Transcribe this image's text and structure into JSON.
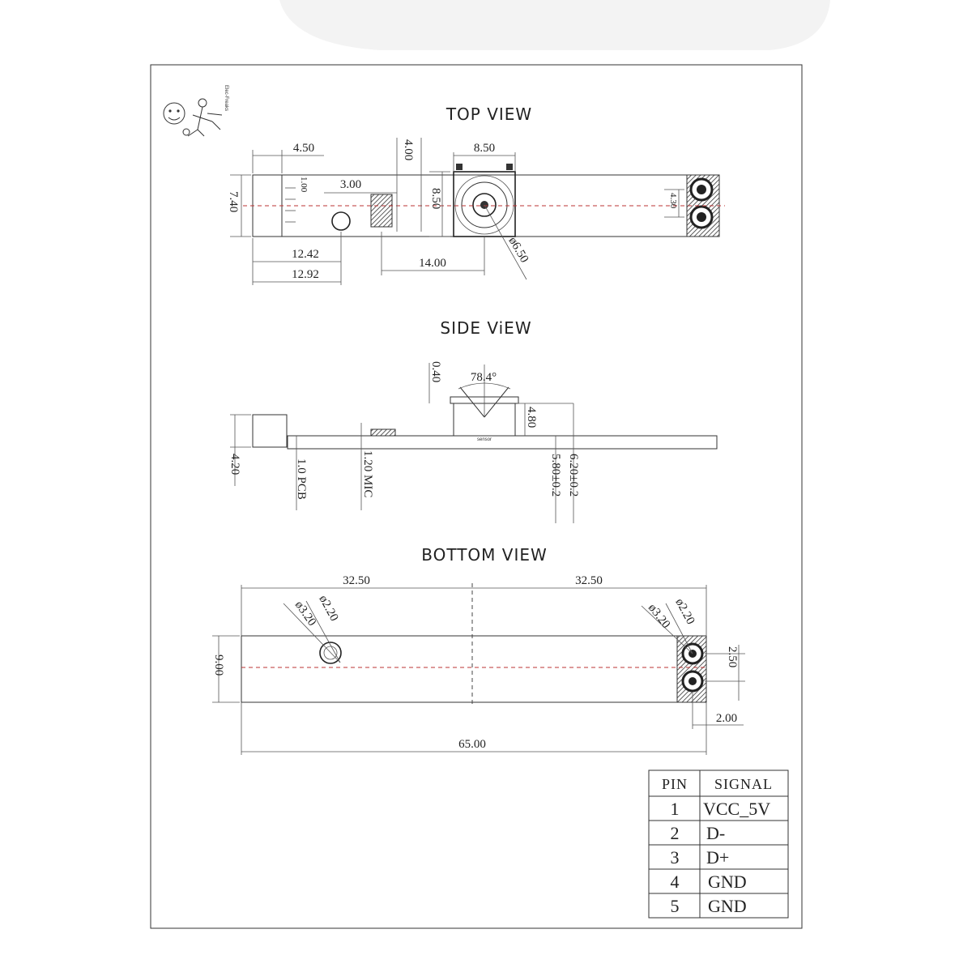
{
  "titles": {
    "top": "TOP VIEW",
    "side": "SIDE ViEW",
    "bottom": "BOTTOM  VIEW"
  },
  "top_view": {
    "d_450": "4.50",
    "d_400": "4.00",
    "d_850_w": "8.50",
    "d_740": "7.40",
    "d_100": "1.00",
    "d_300": "3.00",
    "d_850_h": "8.50",
    "d_430": "4.30",
    "d_1242": "12.42",
    "d_1292": "12.92",
    "d_1400": "14.00",
    "d_650": "ø6.50"
  },
  "side_view": {
    "d_040": "0.40",
    "angle": "78.4°",
    "d_480": "4.80",
    "d_420": "4.20",
    "pcb": "1.0 PCB",
    "mic": "1.20 MIC",
    "d_620": "6.20±0.2",
    "d_580": "5.80±0.2",
    "sensor": "sensor"
  },
  "bottom_view": {
    "half_left": "32.50",
    "half_right": "32.50",
    "hole_outer_l": "ø3.20",
    "hole_inner_l": "ø2.20",
    "hole_outer_r": "ø3.20",
    "hole_inner_r": "ø2.20",
    "height": "9.00",
    "pitch": "2.50",
    "edge": "2.00",
    "length": "65.00"
  },
  "pin_table": {
    "headers": [
      "PIN",
      "SIGNAL"
    ],
    "rows": [
      {
        "pin": "1",
        "signal": "VCC_5V"
      },
      {
        "pin": "2",
        "signal": "D-"
      },
      {
        "pin": "3",
        "signal": "D+"
      },
      {
        "pin": "4",
        "signal": "GND"
      },
      {
        "pin": "5",
        "signal": "GND"
      }
    ]
  },
  "logo_text": "Elec-Freaks"
}
